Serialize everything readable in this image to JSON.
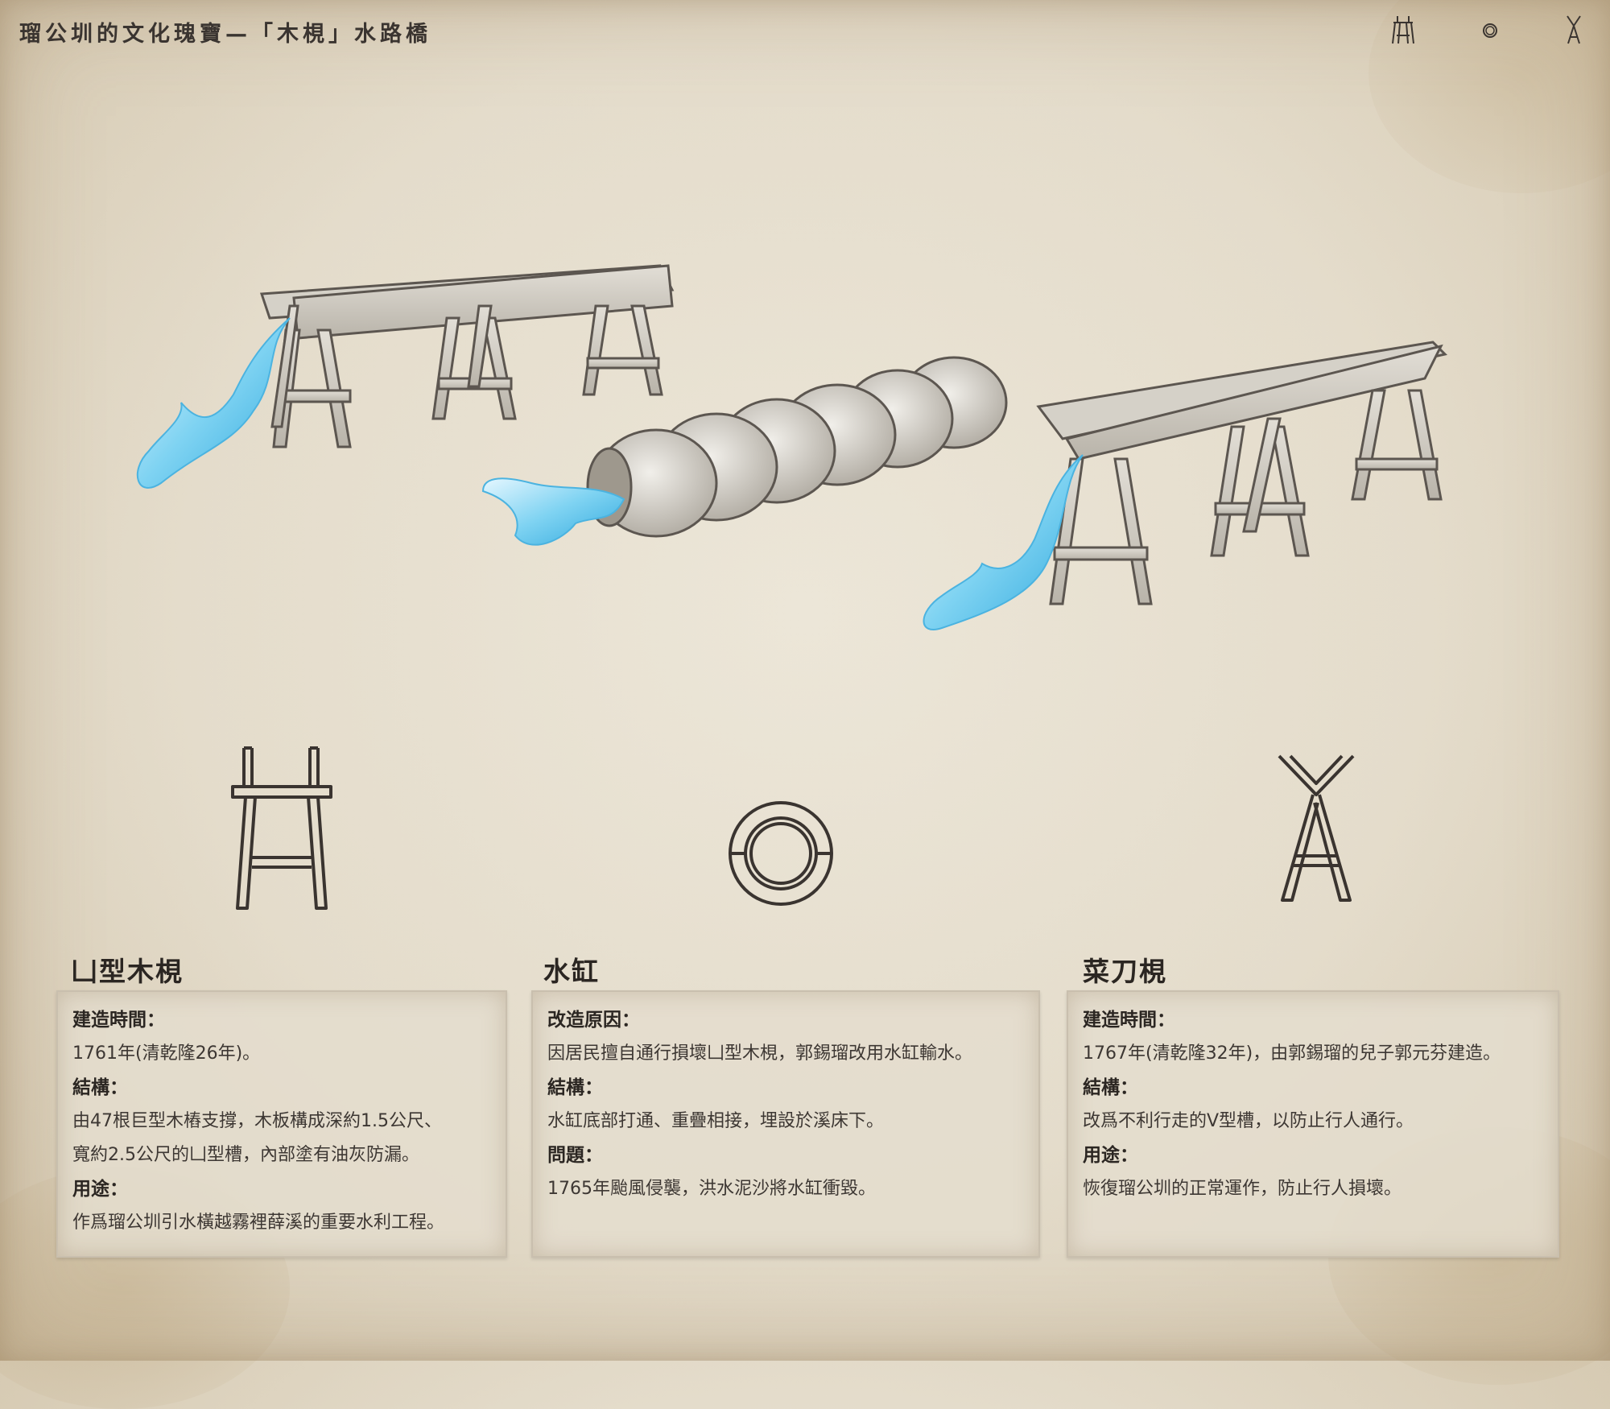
{
  "header": {
    "title": "瑠公圳的文化瑰寶—「木梘」水路橋"
  },
  "nav": {
    "icons": [
      "u-trestle-icon",
      "ring-icon",
      "v-trestle-icon"
    ]
  },
  "columns": [
    {
      "icon": "u-trestle-icon",
      "title": "凵型木梘",
      "blocks": [
        {
          "label": "建造時間：",
          "lines": [
            "1761年(清乾隆26年)。"
          ]
        },
        {
          "label": "結構：",
          "lines": [
            "由47根巨型木樁支撐，木板構成深約1.5公尺、",
            "寬約2.5公尺的凵型槽，內部塗有油灰防漏。"
          ]
        },
        {
          "label": "用途：",
          "lines": [
            "作爲瑠公圳引水橫越霧裡薛溪的重要水利工程。"
          ]
        }
      ]
    },
    {
      "icon": "ring-icon",
      "title": "水缸",
      "blocks": [
        {
          "label": "改造原因：",
          "lines": [
            "因居民擅自通行損壞凵型木梘，郭錫瑠改用水缸輸水。"
          ]
        },
        {
          "label": "結構：",
          "lines": [
            "水缸底部打通、重疊相接，埋設於溪床下。"
          ]
        },
        {
          "label": "問題：",
          "lines": [
            "1765年颱風侵襲，洪水泥沙將水缸衝毀。"
          ]
        }
      ]
    },
    {
      "icon": "v-trestle-icon",
      "title": "菜刀梘",
      "blocks": [
        {
          "label": "建造時間：",
          "lines": [
            "1767年(清乾隆32年)，由郭錫瑠的兒子郭元芬建造。"
          ]
        },
        {
          "label": "結構：",
          "lines": [
            "改爲不利行走的V型槽，以防止行人通行。"
          ]
        },
        {
          "label": "用途：",
          "lines": [
            "恢復瑠公圳的正常運作，防止行人損壞。"
          ]
        }
      ]
    }
  ],
  "colors": {
    "ink": "#3a3430",
    "paper": "#e8e1d2",
    "water": "#5fc3e8",
    "wood": "#c7c2b8"
  }
}
